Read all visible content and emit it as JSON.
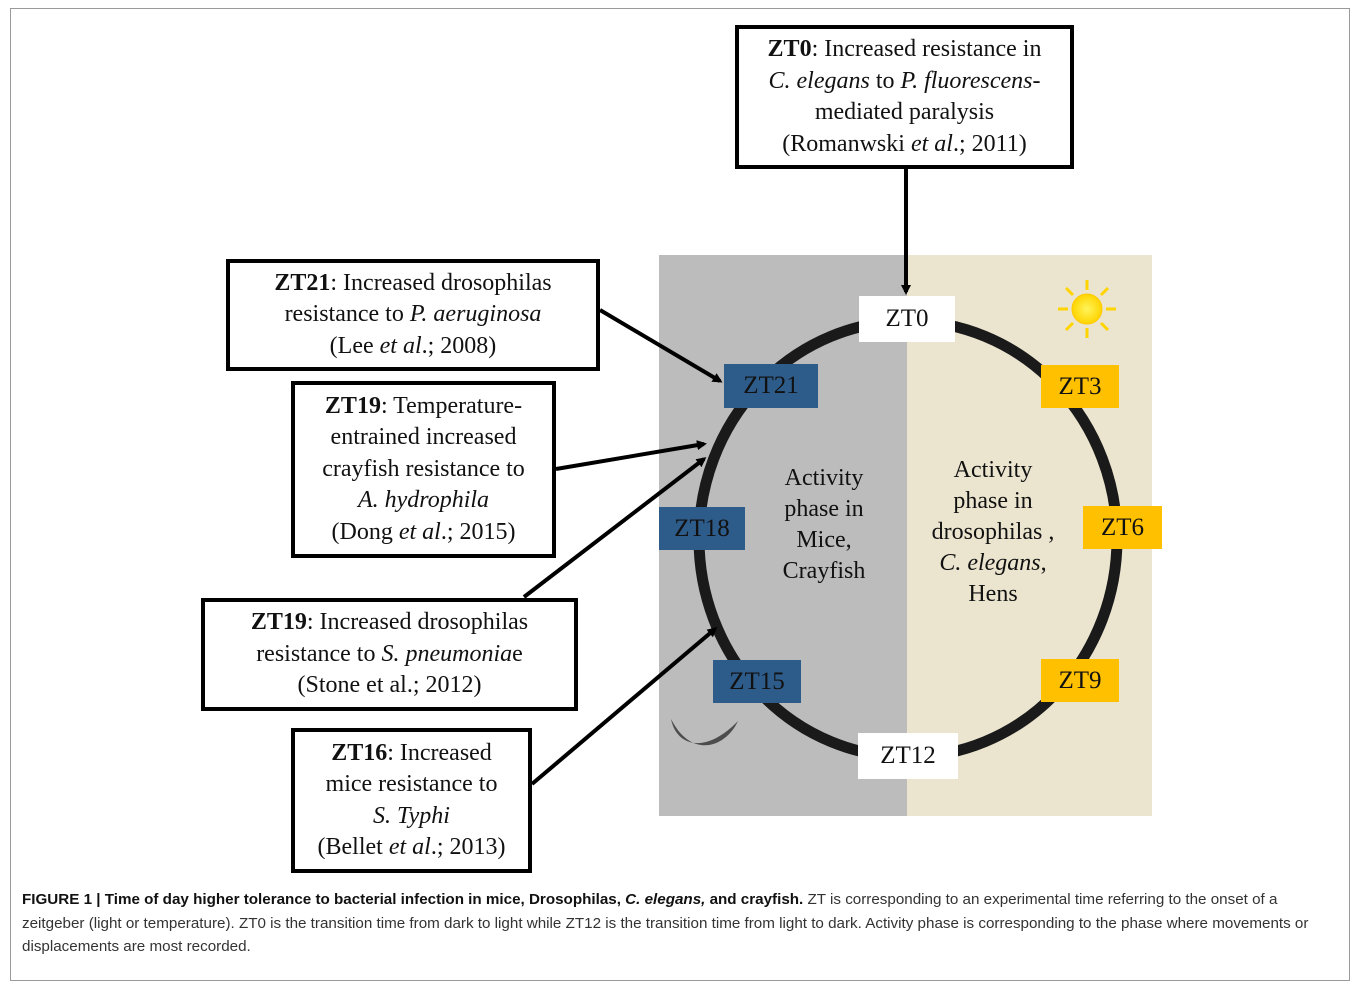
{
  "diagram": {
    "timepoints": {
      "zt0": "ZT0",
      "zt3": "ZT3",
      "zt6": "ZT6",
      "zt9": "ZT9",
      "zt12": "ZT12",
      "zt15": "ZT15",
      "zt18": "ZT18",
      "zt21": "ZT21"
    },
    "phases": {
      "dark_line1": "Activity",
      "dark_line2": "phase in",
      "dark_line3": "Mice,",
      "dark_line4": "Crayfish",
      "light_line1": "Activity",
      "light_line2": "phase in",
      "light_line3": "drosophilas ,",
      "light_line4": "C. elegans",
      "light_line4_tail": ",",
      "light_line5": "Hens"
    },
    "notes": {
      "zt0": {
        "tag": "ZT0",
        "l1": ": Increased resistance  in",
        "l2_italic_a": "C. elegans",
        "l2_mid": " to ",
        "l2_italic_b": "P. fluorescens",
        "l2_tail": "-",
        "l3": "mediated paralysis",
        "l4_pre": "(Romanwski ",
        "l4_italic": "et al",
        "l4_post": ".; 2011)"
      },
      "zt21": {
        "tag": "ZT21",
        "l1": ": Increased drosophilas",
        "l2_pre": "resistance to ",
        "l2_italic": "P.  aeruginosa",
        "l3_pre": "(Lee ",
        "l3_italic": "et al",
        "l3_post": ".; 2008)"
      },
      "zt19a": {
        "tag": "ZT19",
        "l1": ": Temperature-",
        "l2": "entrained increased",
        "l3": "crayfish resistance to",
        "l4_italic": "A. hydrophila",
        "l5_pre": "(Dong ",
        "l5_italic": "et al",
        "l5_post": ".; 2015)"
      },
      "zt19b": {
        "tag": "ZT19",
        "l1": ": Increased drosophilas",
        "l2_pre": "resistance to ",
        "l2_italic": "S. pneumonia",
        "l2_post": "e",
        "l3": "(Stone et al.; 2012)"
      },
      "zt16": {
        "tag": "ZT16",
        "l1": ": Increased",
        "l2": "mice resistance to",
        "l3_italic": "S. Typhi",
        "l4_pre": "(Bellet ",
        "l4_italic": "et al",
        "l4_post": ".; 2013)"
      }
    },
    "colors": {
      "dark_panel": "#bcbcbc",
      "light_panel": "#ebe5cf",
      "blue_label": "#2e5c8a",
      "yellow_label": "#ffc000",
      "ring": "#1a1a1a"
    }
  },
  "caption": {
    "bold_a": "FIGURE 1 | Time of day higher tolerance to bacterial infection in mice, Drosophilas, ",
    "bold_italic": "C. elegans,",
    "bold_b": " and crayfish.",
    "text": " ZT is corresponding to an experimental time referring to the onset of a zeitgeber (light or temperature). ZT0 is the transition time from dark to light while ZT12 is the transition time from light to dark. Activity phase is corresponding to the phase where movements or displacements are most recorded."
  }
}
